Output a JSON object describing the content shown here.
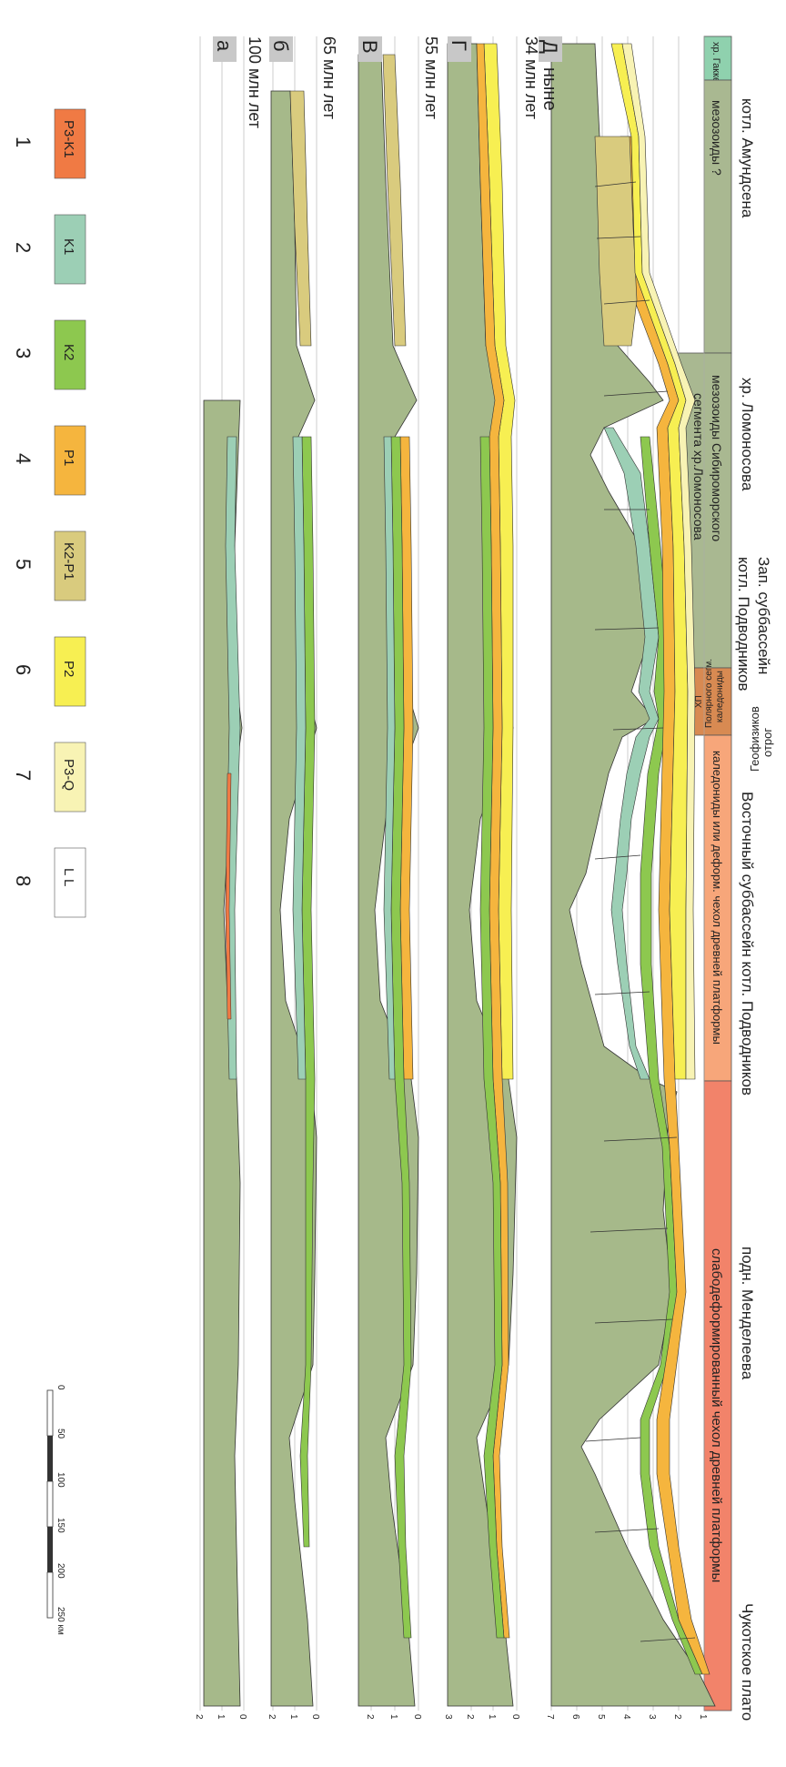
{
  "header": {
    "regions": [
      {
        "key": "amundsen",
        "label": "котл. Амундсена"
      },
      {
        "key": "lomonosov",
        "label": "хр. Ломоносова"
      },
      {
        "key": "west_sub_1",
        "label": "Зап. суббассейн"
      },
      {
        "key": "west_sub_2",
        "label": "котл. Подводников"
      },
      {
        "key": "geofizikov_1",
        "label": "отрог"
      },
      {
        "key": "geofizikov_2",
        "label": "Геофизиков"
      },
      {
        "key": "east_sub",
        "label": "Восточный суббассейн котл. Подводников"
      },
      {
        "key": "mendeleev",
        "label": "подн. Менделеева"
      },
      {
        "key": "chukchi",
        "label": "Чукотское плато"
      }
    ]
  },
  "units_bar": {
    "gakkel": "хр. Гаккеля",
    "mesozoids_q": "мезозоиды ?",
    "mesozoids_siberian_1": "мезозоиды Сибиромoрского",
    "mesozoids_siberian_2": "сегмента хр.Ломоносова",
    "caledonides_polar_1": "каледониды",
    "caledonides_polar_2": "Полярного сегм.",
    "caledonides_polar_3": "ХП",
    "caledonides_or_deformed": "каледониды или деформ. чехол древней платформы",
    "weakly_deformed": "слабодеформированный чехол древней платформы"
  },
  "panels": [
    {
      "letter": "Д",
      "title": "ныне",
      "depth_ticks": [
        "1",
        "2",
        "3",
        "4",
        "5",
        "6",
        "7"
      ]
    },
    {
      "letter": "Г",
      "title": "34 млн лет",
      "depth_ticks": [
        "0",
        "1",
        "2",
        "3"
      ]
    },
    {
      "letter": "В",
      "title": "55 млн лет",
      "depth_ticks": [
        "0",
        "1",
        "2"
      ]
    },
    {
      "letter": "б",
      "title": "65 млн лет",
      "depth_ticks": [
        "0",
        "1",
        "2"
      ]
    },
    {
      "letter": "а",
      "title": "100 млн лет",
      "depth_ticks": [
        "0",
        "1",
        "2"
      ]
    }
  ],
  "legend": [
    {
      "num": "1",
      "label": "P3-K1",
      "color": "#f07a44"
    },
    {
      "num": "2",
      "label": "K1",
      "color": "#9ccfb5"
    },
    {
      "num": "3",
      "label": "K2",
      "color": "#8dc84f"
    },
    {
      "num": "4",
      "label": "P1",
      "color": "#f5b53e"
    },
    {
      "num": "5",
      "label": "K2-P1",
      "color": "#d9cb7e"
    },
    {
      "num": "6",
      "label": "P2",
      "color": "#f7ef52"
    },
    {
      "num": "7",
      "label": "P3-Q",
      "color": "#f8f3b4"
    },
    {
      "num": "8",
      "label": "L L",
      "color": "#ffffff"
    }
  ],
  "scale": {
    "ticks": [
      "0",
      "50",
      "100",
      "150",
      "200",
      "250 км"
    ]
  },
  "colors": {
    "basement": "#a6b98a",
    "gakkel_box": "#8fd1ae",
    "mesozoid_box": "#a9b891",
    "caledonide_box": "#d88a52",
    "caledonide2_box": "#f7a67a",
    "platform_box": "#f2836a"
  }
}
